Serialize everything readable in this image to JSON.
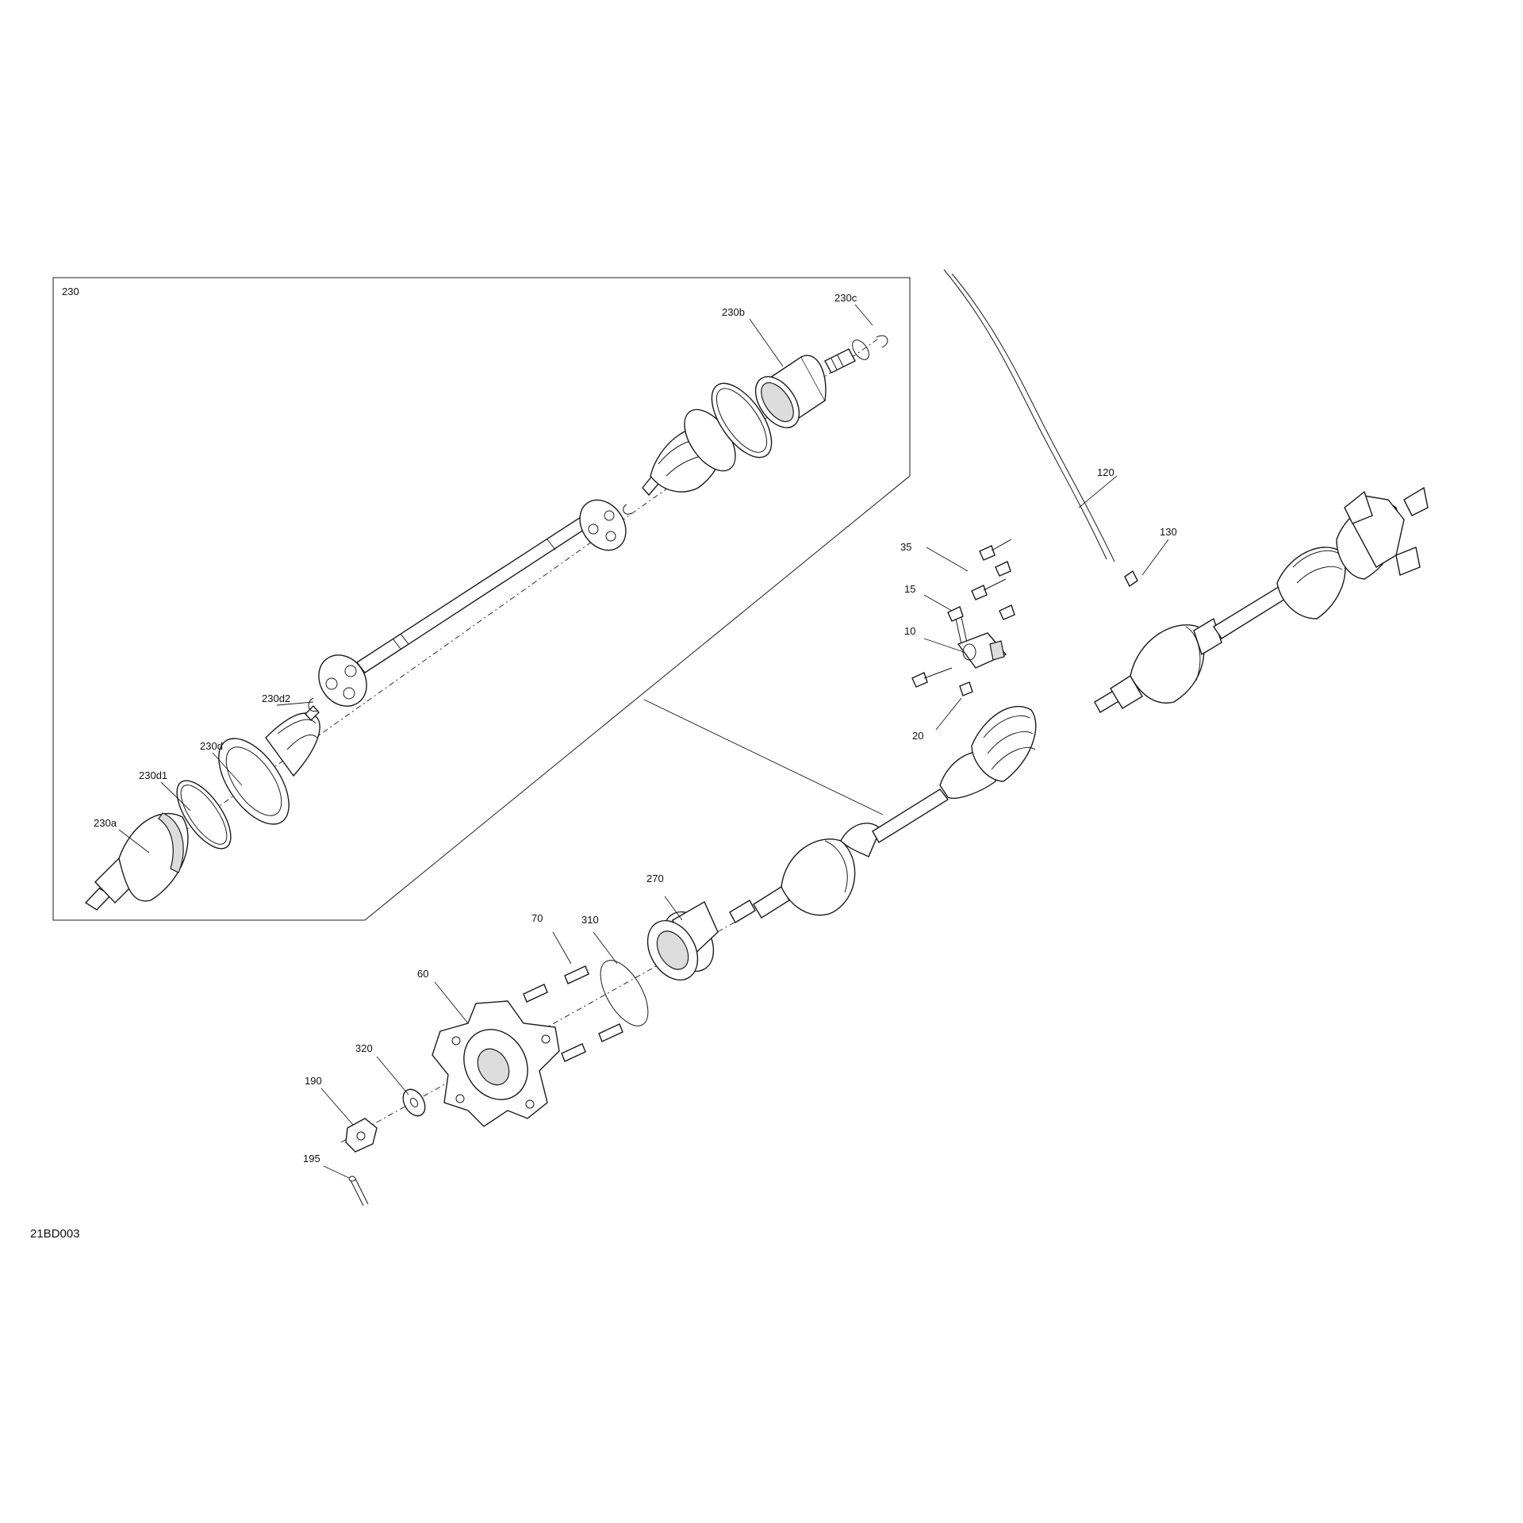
{
  "diagram": {
    "reference_code": "21BD003",
    "callouts": {
      "p230": "230",
      "p230a": "230a",
      "p230b": "230b",
      "p230c": "230c",
      "p230d": "230d",
      "p230d1": "230d1",
      "p230d2": "230d2",
      "p10": "10",
      "p15": "15",
      "p20": "20",
      "p35": "35",
      "p60": "60",
      "p70": "70",
      "p120": "120",
      "p130": "130",
      "p190": "190",
      "p195": "195",
      "p270": "270",
      "p310": "310",
      "p320": "320"
    }
  }
}
